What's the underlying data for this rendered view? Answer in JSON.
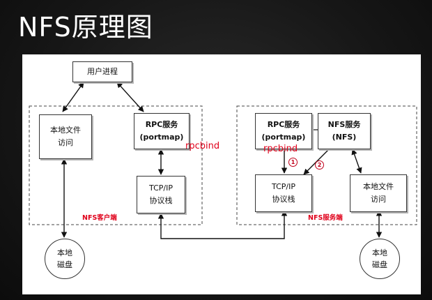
{
  "title": "NFS原理图",
  "diagram": {
    "user_process": "用户进程",
    "client": {
      "local_file_access": [
        "本地文件",
        "访问"
      ],
      "rpc_service": [
        "RPC服务",
        "(portmap)"
      ],
      "tcpip": [
        "TCP/IP",
        "协议栈"
      ],
      "label": "NFS客户端",
      "disk": [
        "本地",
        "磁盘"
      ]
    },
    "server": {
      "rpc_service": [
        "RPC服务",
        "(portmap)"
      ],
      "nfs_service": [
        "NFS服务",
        "(NFS)"
      ],
      "tcpip": [
        "TCP/IP",
        "协议栈"
      ],
      "local_file_access": [
        "本地文件",
        "访问"
      ],
      "label": "NFS服务端",
      "disk": [
        "本地",
        "磁盘"
      ]
    },
    "annotations": {
      "rpcbind_client": "rpcbind",
      "rpcbind_server": "rpcbind",
      "step1": "1",
      "step2": "2"
    }
  }
}
